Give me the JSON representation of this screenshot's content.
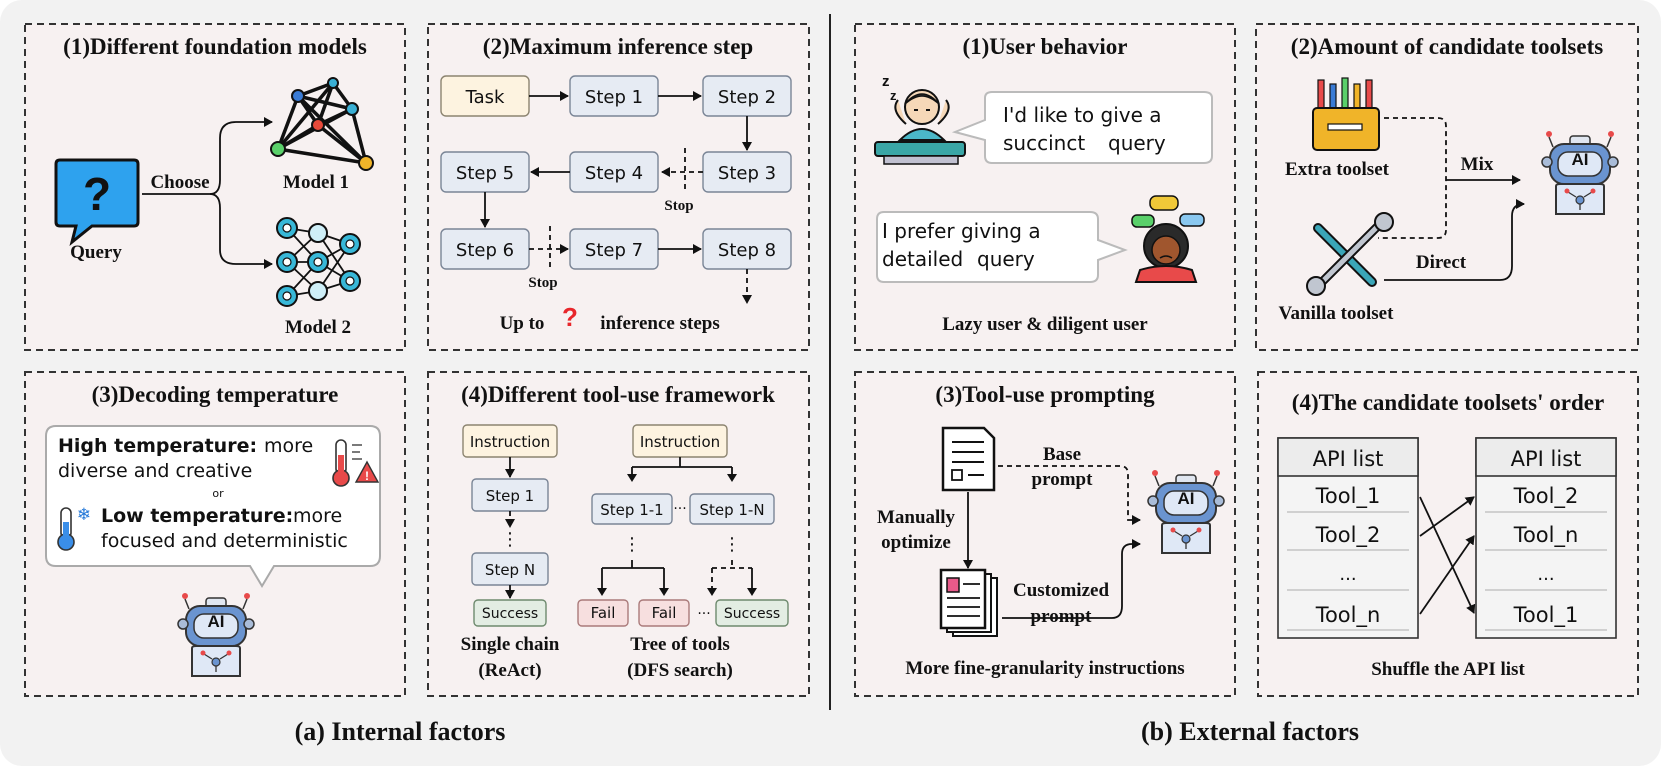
{
  "internal": {
    "caption": "(a) Internal factors",
    "p1": {
      "title": "(1)Different foundation models",
      "query": "Query",
      "choose": "Choose",
      "model1": "Model 1",
      "model2": "Model 2"
    },
    "p2": {
      "title": "(2)Maximum inference step",
      "task": "Task",
      "steps": [
        "Step 1",
        "Step 2",
        "Step 3",
        "Step 4",
        "Step 5",
        "Step 6",
        "Step 7",
        "Step 8"
      ],
      "stop": "Stop",
      "upto": "Up to",
      "qmark": "?",
      "inference": "inference steps"
    },
    "p3": {
      "title": "(3)Decoding temperature",
      "high": "High temperature:",
      "high_rest": "more",
      "high_line2": "diverse and creative",
      "or": "or",
      "low": "Low temperature:",
      "low_rest": "more",
      "low_line2": "focused and deterministic",
      "ai": "AI"
    },
    "p4": {
      "title": "(4)Different tool-use framework",
      "instruction": "Instruction",
      "step1": "Step 1",
      "dots": "⋮",
      "stepN": "Step N",
      "success": "Success",
      "single": "Single chain",
      "react": "(ReAct)",
      "step11": "Step 1-1",
      "step1n": "Step 1-N",
      "ellipsis": "···",
      "fail": "Fail",
      "tree": "Tree of tools",
      "dfs": "(DFS search)"
    }
  },
  "external": {
    "caption": "(b) External factors",
    "p1": {
      "title": "(1)User behavior",
      "bubble1_a": "I'd like to give a",
      "bubble1_hl": "succinct",
      "bubble1_b": "query",
      "bubble2_a": "I prefer giving a",
      "bubble2_hl": "detailed",
      "bubble2_b": "query",
      "footer": "Lazy user & diligent user",
      "zz": "z"
    },
    "p2": {
      "title": "(2)Amount of candidate toolsets",
      "extra": "Extra toolset",
      "mix": "Mix",
      "direct": "Direct",
      "vanilla": "Vanilla toolset",
      "ai": "AI"
    },
    "p3": {
      "title": "(3)Tool-use prompting",
      "base1": "Base",
      "base2": "prompt",
      "manual1": "Manually",
      "manual2": "optimize",
      "cust1": "Customized",
      "cust2": "prompt",
      "footer": "More fine-granularity instructions",
      "ai": "AI"
    },
    "p4": {
      "title": "(4)The candidate toolsets' order",
      "header": "API list",
      "left": [
        "Tool_1",
        "Tool_2",
        "...",
        "Tool_n"
      ],
      "right": [
        "Tool_2",
        "Tool_n",
        "...",
        "Tool_1"
      ],
      "footer": "Shuffle the API list"
    }
  },
  "colors": {
    "red": "#e8262b",
    "green": "#1aa34a",
    "blue": "#2277d8",
    "ai_blue": "#6a94d0"
  }
}
